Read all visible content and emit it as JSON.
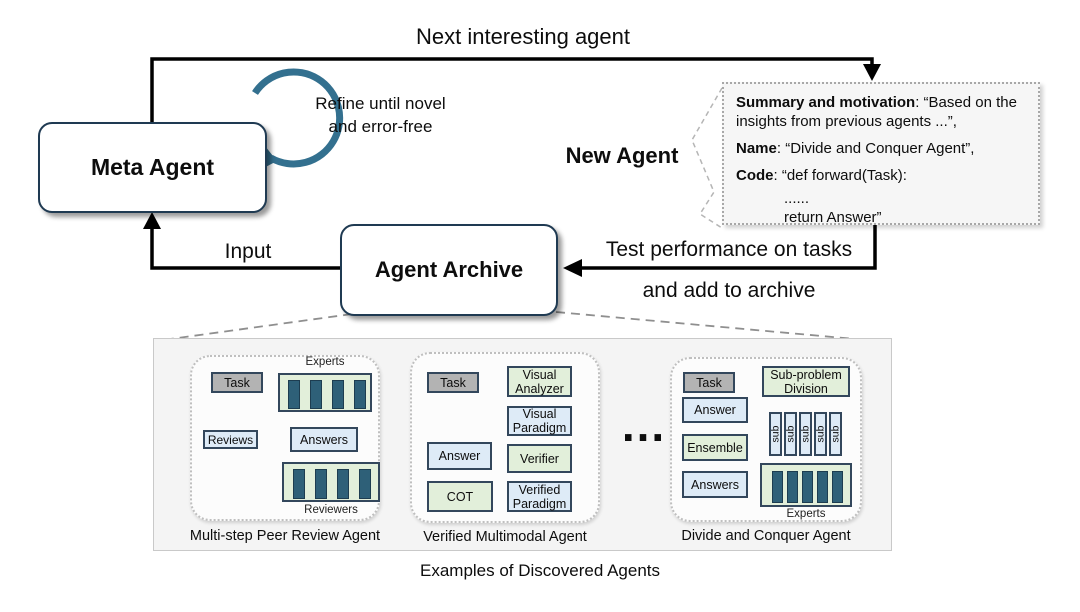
{
  "colors": {
    "accent_arrow": "#33708F",
    "main_box_border": "#1F3A52",
    "green_fill": "#E2EFDA",
    "blue_fill": "#DEEBF7",
    "gray_fill": "#B3B3B3",
    "bar_fill": "#2E6078"
  },
  "flow": {
    "next_agent_label": "Next interesting agent",
    "refine_line1": "Refine until novel",
    "refine_line2": "and error-free",
    "meta_agent": "Meta Agent",
    "new_agent": "New Agent",
    "agent_archive": "Agent Archive",
    "input_label": "Input",
    "test_line1": "Test performance on tasks",
    "test_line2": "and add to archive"
  },
  "new_agent_card": {
    "summary_key": "Summary and motivation",
    "summary_value": ": “Based on the insights from previous agents ...”,",
    "name_key": "Name",
    "name_value": ": “Divide and Conquer Agent”,",
    "code_key": "Code",
    "code_value": ": “def forward(Task):",
    "code_line2": "......",
    "code_line3": "return Answer”"
  },
  "examples": {
    "title": "Examples of Discovered Agents",
    "ellipsis": "...",
    "cards": [
      {
        "caption": "Multi-step Peer Review Agent",
        "task": "Task",
        "experts_label": "Experts",
        "answers": "Answers",
        "reviews": "Reviews",
        "reviewers_label": "Reviewers"
      },
      {
        "caption": "Verified Multimodal Agent",
        "task": "Task",
        "visual_analyzer": "Visual Analyzer",
        "visual_paradigm": "Visual Paradigm",
        "verifier": "Verifier",
        "verified_paradigm": "Verified Paradigm",
        "cot": "COT",
        "answer": "Answer"
      },
      {
        "caption": "Divide and Conquer Agent",
        "task": "Task",
        "subproblem": "Sub-problem Division",
        "sub": "sub",
        "answer": "Answer",
        "ensemble": "Ensemble",
        "answers": "Answers",
        "experts_label": "Experts"
      }
    ]
  }
}
